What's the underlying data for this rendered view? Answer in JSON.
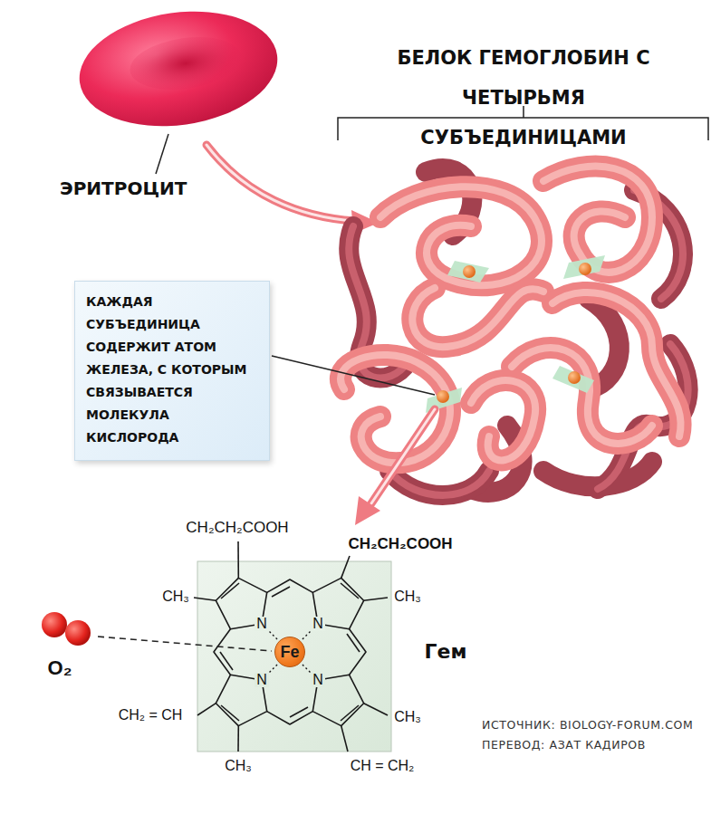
{
  "diagram": {
    "nodes": [
      {
        "text": [
          "КАЖДАЯ СУБЪЕДИНИЦА СОДЕРЖИТ АТОМ ЖЕЛЕЗА, С КОТОРЫМ СВЯЗЫВАЕТСЯ МОЛЕКУЛА КИСЛОРОДА"
        ]
      },
      {
        "text": [
          "Fe"
        ]
      }
    ],
    "labels": [
      "БЕЛОК ГЕМОГЛОБИН С ЧЕТЫРЬМЯ СУБЪЕДИНИЦАМИ",
      "ЭРИТРОЦИТ",
      "CH₂CH₂COOH",
      "CH₂CH₂COOH",
      "CH₃",
      "CH₃",
      "N",
      "N",
      "N",
      "N",
      "O₂",
      "Гем",
      "CH₂ = CH",
      "CH₃",
      "CH₃",
      "CH = CH₂",
      "ИСТОЧНИК: BIOLOGY-FORUM.COM",
      "ПЕРЕВОД: АЗАТ КАДИРОВ"
    ]
  }
}
